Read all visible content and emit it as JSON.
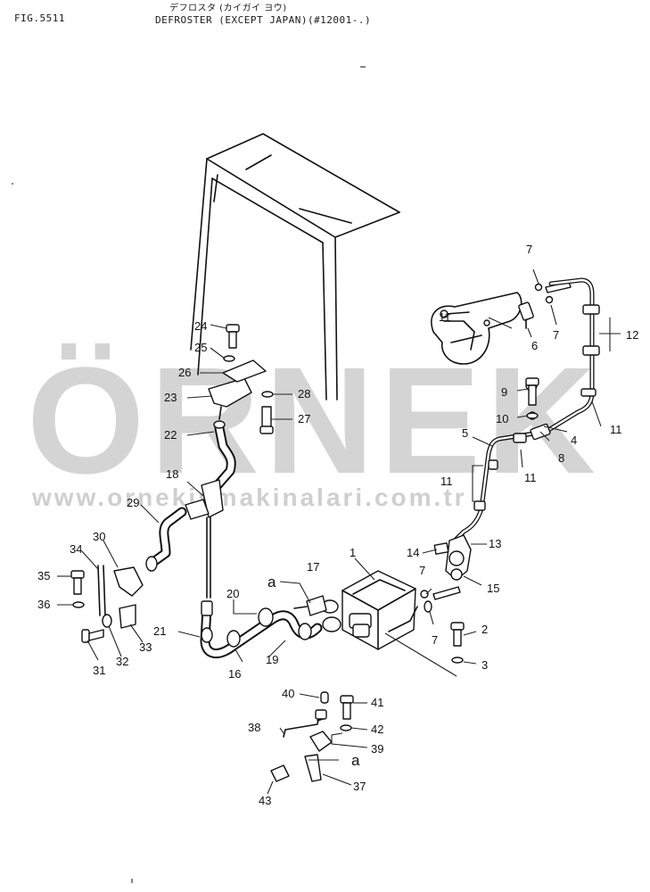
{
  "header": {
    "figure": "FIG.5511",
    "title_jp": "デフロスタ (カイガイ ヨウ)",
    "title_en": "DEFROSTER (EXCEPT JAPAN)(#12001-.)"
  },
  "watermark": {
    "text": "ÖRNEK",
    "url": "www.ornekismakinalari.com.tr",
    "accent_color": "#e8c77a",
    "text_color": "#d4d4d4"
  },
  "callouts": {
    "c1": "1",
    "c2": "2",
    "c3": "3",
    "c4": "4",
    "c5": "5",
    "c6": "6",
    "c7a": "7",
    "c7b": "7",
    "c7c": "7",
    "c7d": "7",
    "c8": "8",
    "c9": "9",
    "c10": "10",
    "c11a": "11",
    "c11b": "11",
    "c11c": "11",
    "c11d": "11",
    "c12": "12",
    "c13": "13",
    "c14": "14",
    "c15": "15",
    "c16": "16",
    "c17": "17",
    "c18": "18",
    "c19": "19",
    "c20": "20",
    "c21": "21",
    "c22": "22",
    "c23": "23",
    "c24": "24",
    "c25": "25",
    "c26": "26",
    "c27": "27",
    "c28": "28",
    "c29": "29",
    "c30": "30",
    "c31": "31",
    "c32": "32",
    "c33": "33",
    "c34": "34",
    "c35": "35",
    "c36": "36",
    "c37": "37",
    "c38": "38",
    "c39": "39",
    "c40": "40",
    "c41": "41",
    "c42": "42",
    "c43": "43",
    "a_top": "a",
    "a_bottom": "a"
  }
}
